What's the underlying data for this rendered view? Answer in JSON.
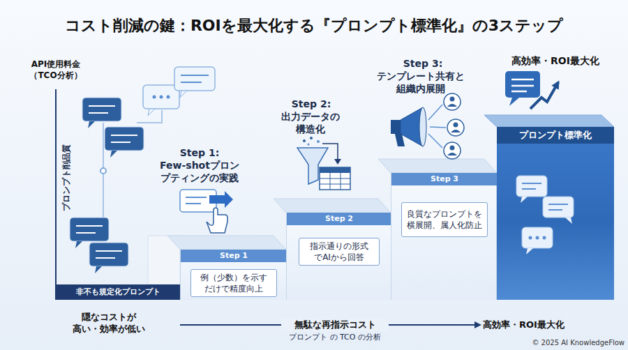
{
  "diagram": {
    "title": "コスト削減の鍵：ROIを最大化する『プロンプト標準化』の3ステップ",
    "nodes": [
      {
        "text": [
          "非不も規定化プロンプト"
        ]
      },
      {
        "text": [
          "Step 1:",
          "Few-shotプロンプティングの実践",
          "Step 1"
        ]
      },
      {
        "text": [
          "例（少数）を示すだけで精度向上"
        ],
        "in": 1
      },
      {
        "text": [
          "Step 2:",
          "出力データの構造化",
          "Step 2"
        ]
      },
      {
        "text": [
          "指示通りの形式でAIから回答"
        ],
        "in": 3
      },
      {
        "text": [
          "Step 3:",
          "テンプレート共有と組織内展開",
          "Step 3"
        ]
      },
      {
        "text": [
          "良質なプロンプトを横展開、属人化防止"
        ],
        "in": 5
      },
      {
        "text": [
          "高効率・ROI最大化",
          "プロンプト標準化"
        ]
      }
    ],
    "labels": [
      "API使用料金（TCO分析）",
      "プロンプト削品質",
      "隠なコストが 高い・効率が低い",
      "無駄な再指示コスト",
      "プロンプト の TCO の分析",
      "高効率・ROI最大化",
      "© 2025 AI KnowledgeFlow"
    ]
  }
}
